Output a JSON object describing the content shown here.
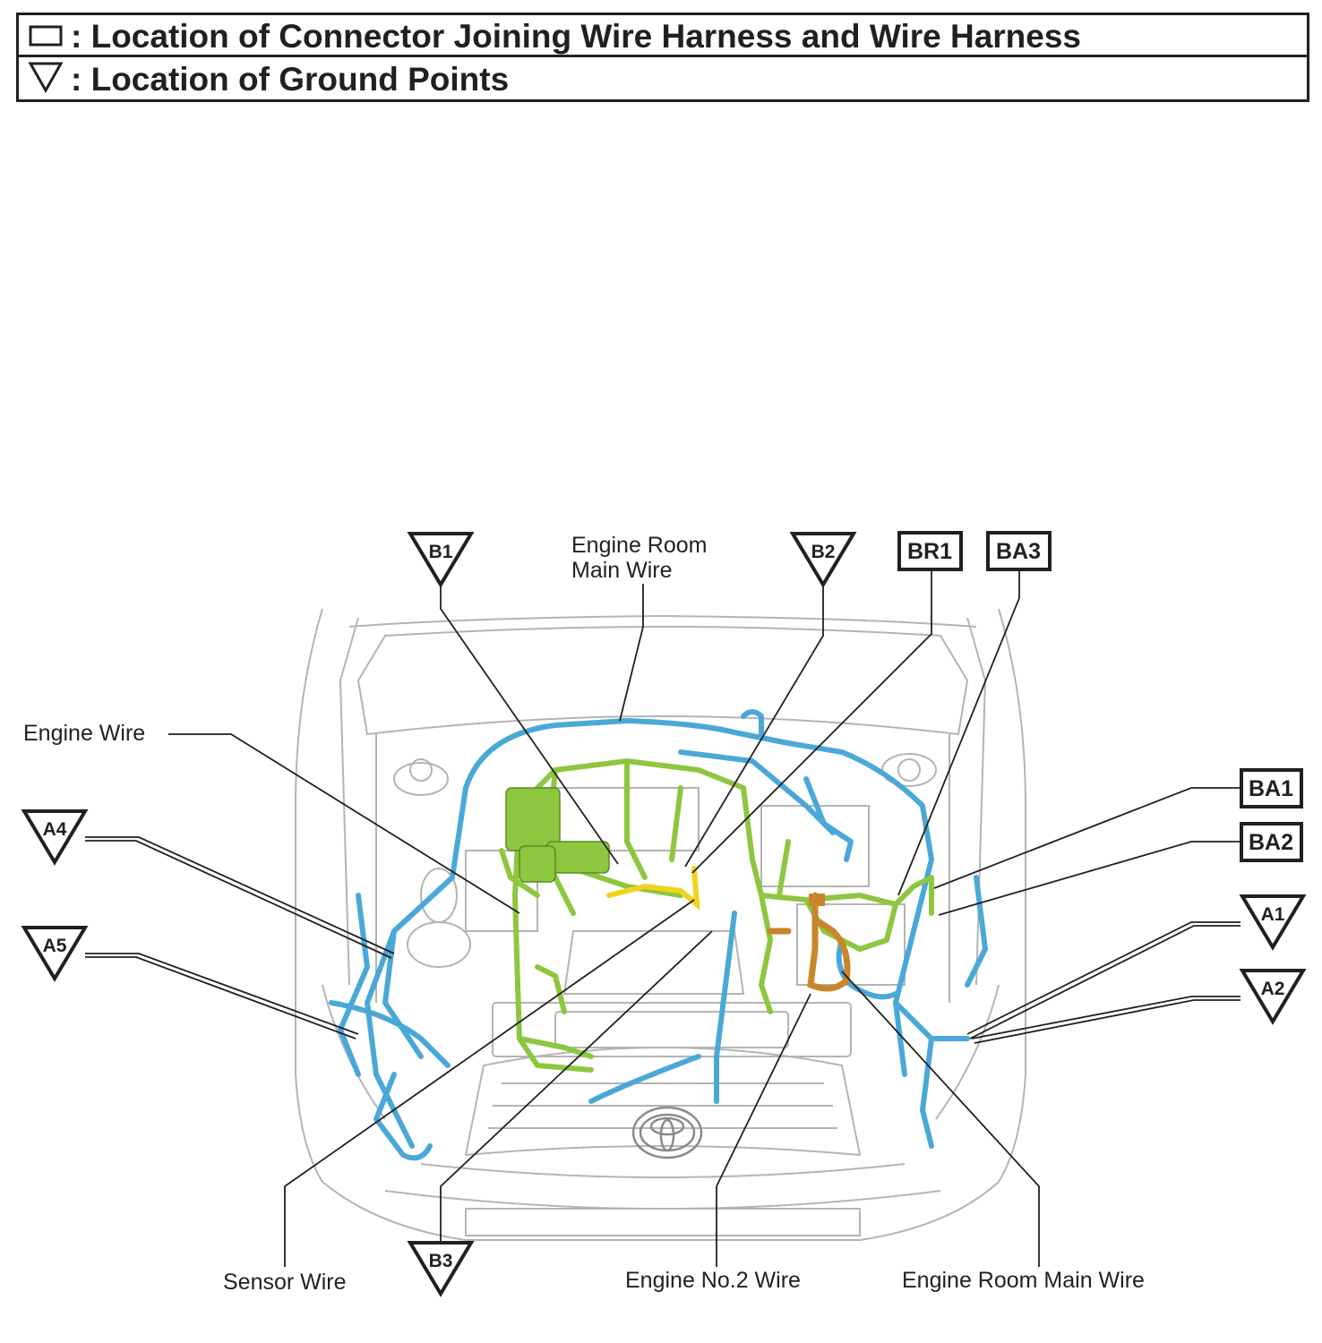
{
  "legend": {
    "connector_text": ": Location of Connector Joining Wire Harness and Wire Harness",
    "ground_text": ": Location of Ground Points",
    "connector_icon": "rectangle-icon",
    "ground_icon": "triangle-down-icon"
  },
  "labels": {
    "engine_room_main_wire_top_line1": "Engine Room",
    "engine_room_main_wire_top_line2": "Main Wire",
    "engine_wire": "Engine Wire",
    "sensor_wire": "Sensor Wire",
    "engine_no2_wire": "Engine No.2 Wire",
    "engine_room_main_wire_bottom": "Engine Room Main Wire"
  },
  "ground_points": [
    "B1",
    "B2",
    "B3",
    "A1",
    "A2",
    "A4",
    "A5"
  ],
  "connectors": [
    "BR1",
    "BA3",
    "BA1",
    "BA2"
  ],
  "colors": {
    "line": "#231f20",
    "engine_room_main_wire": "#4aa8d8",
    "engine_wire": "#8dc63f",
    "engine_no2_wire": "#c8862a",
    "sensor_wire": "#f2d31b",
    "body_outline": "#b4b4b4"
  }
}
